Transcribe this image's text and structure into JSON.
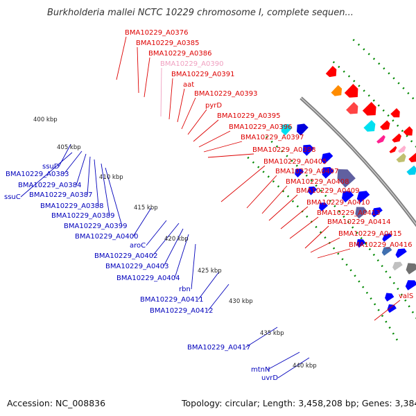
{
  "title": "Burkholderia mallei NCTC 10229 chromosome I, complete sequen...",
  "footer": {
    "accession": "Accession: NC_008836",
    "stats": "Topology: circular; Length: 3,458,208 bp; Genes: 3,384"
  },
  "colors": {
    "backbone": "#808080",
    "forward_label": "#dd0000",
    "reverse_label": "#0000bb",
    "rna_label": "#f0a0c0",
    "grid_dots": "#008800"
  },
  "kbp_ticks": [
    "400 kbp",
    "405 kbp",
    "410 kbp",
    "415 kbp",
    "420 kbp",
    "425 kbp",
    "430 kbp",
    "435 kbp",
    "440 kbp"
  ],
  "outer_labels": [
    {
      "text": "BMA10229_A0376",
      "color": "red"
    },
    {
      "text": "BMA10229_A0385",
      "color": "red"
    },
    {
      "text": "BMA10229_A0386",
      "color": "red"
    },
    {
      "text": "BMA10229_A0390",
      "color": "pink"
    },
    {
      "text": "BMA10229_A0391",
      "color": "red"
    },
    {
      "text": "aat",
      "color": "red"
    },
    {
      "text": "BMA10229_A0393",
      "color": "red"
    },
    {
      "text": "pyrD",
      "color": "red"
    },
    {
      "text": "BMA10229_A0395",
      "color": "red"
    },
    {
      "text": "BMA10229_A0396",
      "color": "red"
    },
    {
      "text": "BMA10229_A0397",
      "color": "red"
    },
    {
      "text": "BMA10229_A0398",
      "color": "red"
    },
    {
      "text": "BMA10229_A0405",
      "color": "red"
    },
    {
      "text": "BMA10229_A0407",
      "color": "red"
    },
    {
      "text": "BMA10229_A0408",
      "color": "red"
    },
    {
      "text": "BMA10229_A0409",
      "color": "red"
    },
    {
      "text": "BMA10229_A0410",
      "color": "red"
    },
    {
      "text": "BMA10229_A0413",
      "color": "red"
    },
    {
      "text": "BMA10229_A0414",
      "color": "red"
    },
    {
      "text": "BMA10229_A0415",
      "color": "red"
    },
    {
      "text": "BMA10229_A0416",
      "color": "red"
    },
    {
      "text": "valS",
      "color": "red"
    }
  ],
  "inner_labels": [
    {
      "text": "ssuD",
      "color": "blue"
    },
    {
      "text": "BMA10229_A0383",
      "color": "blue"
    },
    {
      "text": "ssuC",
      "color": "blue"
    },
    {
      "text": "BMA10229_A0384",
      "color": "blue"
    },
    {
      "text": "BMA10229_A0387",
      "color": "blue"
    },
    {
      "text": "BMA10229_A0388",
      "color": "blue"
    },
    {
      "text": "BMA10229_A0389",
      "color": "blue"
    },
    {
      "text": "BMA10229_A0399",
      "color": "blue"
    },
    {
      "text": "BMA10229_A0400",
      "color": "blue"
    },
    {
      "text": "aroC",
      "color": "blue"
    },
    {
      "text": "BMA10229_A0402",
      "color": "blue"
    },
    {
      "text": "BMA10229_A0403",
      "color": "blue"
    },
    {
      "text": "BMA10229_A0404",
      "color": "blue"
    },
    {
      "text": "rbn",
      "color": "blue"
    },
    {
      "text": "BMA10229_A0411",
      "color": "blue"
    },
    {
      "text": "BMA10229_A0412",
      "color": "blue"
    },
    {
      "text": "BMA10229_A0417",
      "color": "blue"
    },
    {
      "text": "mtnN",
      "color": "blue"
    },
    {
      "text": "uvrD",
      "color": "blue"
    }
  ]
}
